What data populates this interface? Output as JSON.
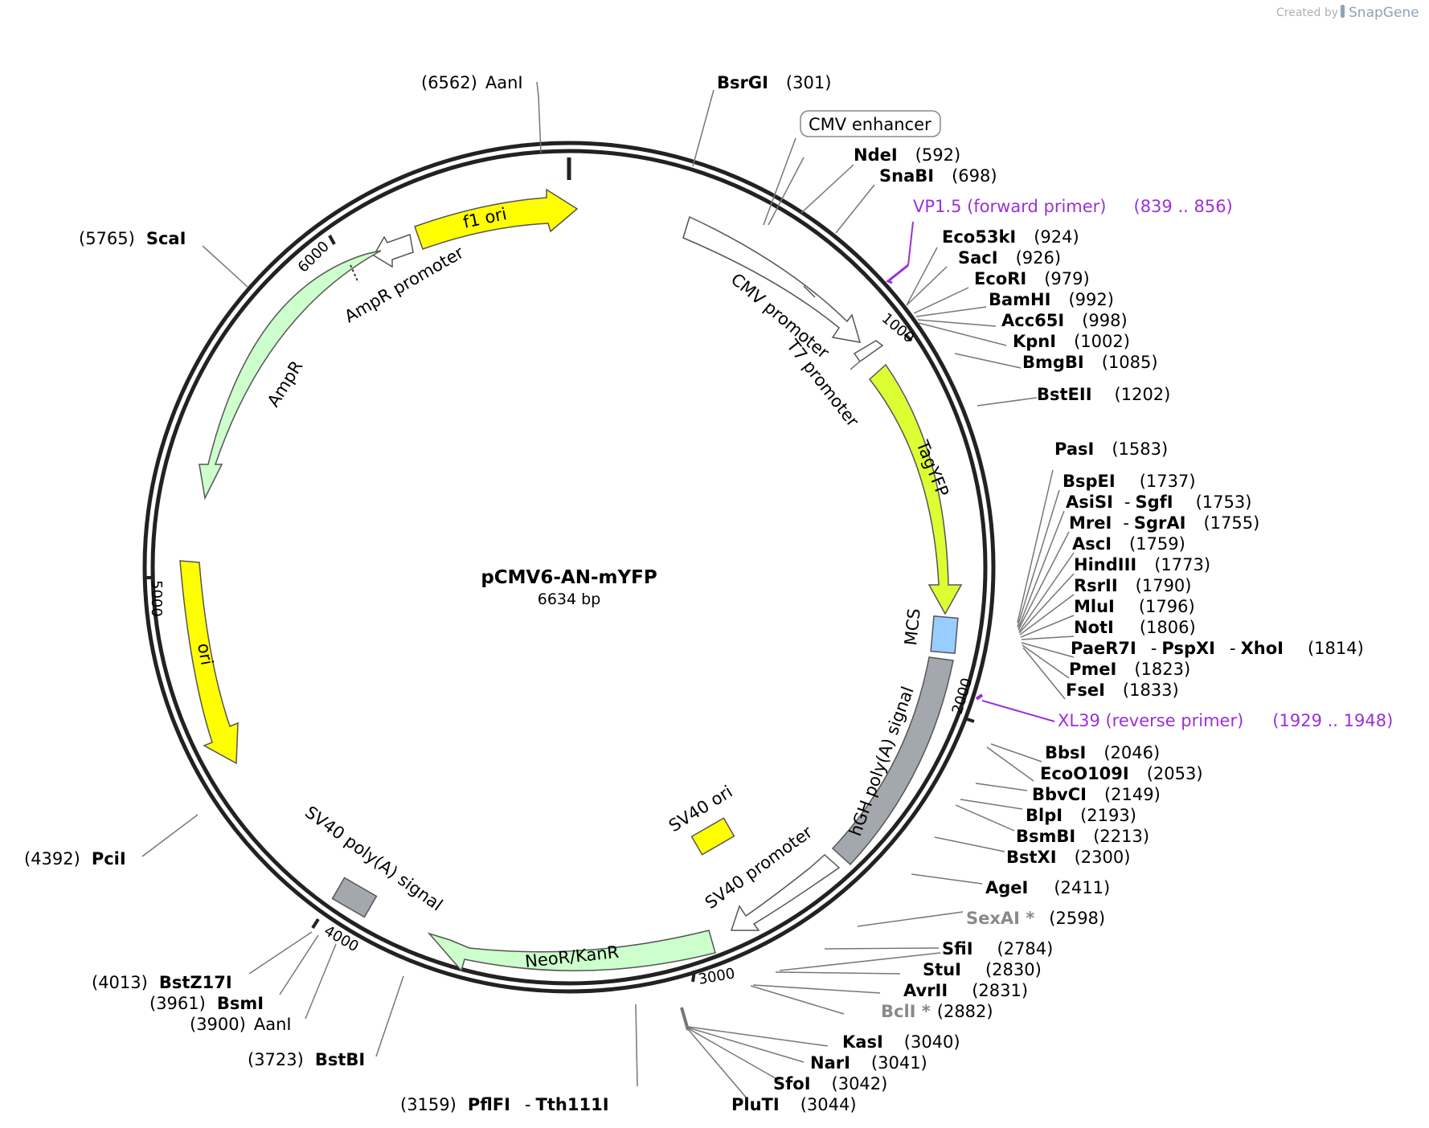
{
  "credit": {
    "created_by": "Created by",
    "brand": "SnapGene"
  },
  "plasmid": {
    "name": "pCMV6-AN-mYFP",
    "length": "6634 bp",
    "total_bp": 6634
  },
  "ticks": [
    "1000",
    "2000",
    "3000",
    "4000",
    "5000",
    "6000"
  ],
  "colors": {
    "yellow": "#ffff00",
    "yellow_green": "#dcff33",
    "light_green": "#ccffcc",
    "grey_box": "#a3a7ae",
    "blue_box": "#99ccff",
    "primer": "#9b30d9",
    "dim_enzyme": "#8a8a8a"
  },
  "features": {
    "cmv_enhancer": "CMV enhancer",
    "cmv_promoter": "CMV promoter",
    "t7_promoter": "T7 promoter",
    "tagyfp": "TagYFP",
    "mcs": "MCS",
    "hgh": "hGH poly(A) signal",
    "sv40_ori": "SV40 ori",
    "sv40_promoter": "SV40 promoter",
    "neo": "NeoR/KanR",
    "sv40_polya": "SV40 poly(A) signal",
    "ori": "ori",
    "ampr": "AmpR",
    "ampr_promoter": "AmpR promoter",
    "f1_ori": "f1 ori"
  },
  "primers": [
    {
      "name": "VP1.5 (forward primer)",
      "range": "(839 .. 856)"
    },
    {
      "name": "XL39 (reverse primer)",
      "range": "(1929 .. 1948)"
    }
  ],
  "sites": {
    "aani_top": {
      "pos": "(6562)",
      "name": "AanI"
    },
    "bsrgi": {
      "name": "BsrGI",
      "pos": "(301)"
    },
    "ndei": {
      "name": "NdeI",
      "pos": "(592)"
    },
    "snabi": {
      "name": "SnaBI",
      "pos": "(698)"
    },
    "eco53ki": {
      "name": "Eco53kI",
      "pos": "(924)"
    },
    "saci": {
      "name": "SacI",
      "pos": "(926)"
    },
    "ecori": {
      "name": "EcoRI",
      "pos": "(979)"
    },
    "bamhi": {
      "name": "BamHI",
      "pos": "(992)"
    },
    "acc65i": {
      "name": "Acc65I",
      "pos": "(998)"
    },
    "kpni": {
      "name": "KpnI",
      "pos": "(1002)"
    },
    "bmgbi": {
      "name": "BmgBI",
      "pos": "(1085)"
    },
    "bsteii": {
      "name": "BstEII",
      "pos": "(1202)"
    },
    "pasi": {
      "name": "PasI",
      "pos": "(1583)"
    },
    "bspei": {
      "name": "BspEI",
      "pos": "(1737)"
    },
    "asisi": {
      "name": "AsiSI",
      "dash": "-",
      "name2": "SgfI",
      "pos": "(1753)"
    },
    "mrei": {
      "name": "MreI",
      "dash": "-",
      "name2": "SgrAI",
      "pos": "(1755)"
    },
    "asci": {
      "name": "AscI",
      "pos": "(1759)"
    },
    "hindiii": {
      "name": "HindIII",
      "pos": "(1773)"
    },
    "rsrii": {
      "name": "RsrII",
      "pos": "(1790)"
    },
    "mlui": {
      "name": "MluI",
      "pos": "(1796)"
    },
    "noti": {
      "name": "NotI",
      "pos": "(1806)"
    },
    "paer7i": {
      "name": "PaeR7I",
      "dash": "-",
      "name2": "PspXI",
      "dash2": "-",
      "name3": "XhoI",
      "pos": "(1814)"
    },
    "pmei": {
      "name": "PmeI",
      "pos": "(1823)"
    },
    "fsei": {
      "name": "FseI",
      "pos": "(1833)"
    },
    "bbsi": {
      "name": "BbsI",
      "pos": "(2046)"
    },
    "eco0109i": {
      "name": "EcoO109I",
      "pos": "(2053)"
    },
    "bbvci": {
      "name": "BbvCI",
      "pos": "(2149)"
    },
    "blpi": {
      "name": "BlpI",
      "pos": "(2193)"
    },
    "bsmbi": {
      "name": "BsmBI",
      "pos": "(2213)"
    },
    "bstxi": {
      "name": "BstXI",
      "pos": "(2300)"
    },
    "agei": {
      "name": "AgeI",
      "pos": "(2411)"
    },
    "sexai": {
      "name": "SexAI *",
      "pos": "(2598)"
    },
    "sfii": {
      "name": "SfiI",
      "pos": "(2784)"
    },
    "stui": {
      "name": "StuI",
      "pos": "(2830)"
    },
    "avrii": {
      "name": "AvrII",
      "pos": "(2831)"
    },
    "bcli": {
      "name": "BclI *",
      "pos": "(2882)"
    },
    "kasi": {
      "name": "KasI",
      "pos": "(3040)"
    },
    "nari": {
      "name": "NarI",
      "pos": "(3041)"
    },
    "sfoi": {
      "name": "SfoI",
      "pos": "(3042)"
    },
    "pluti": {
      "name": "PluTI",
      "pos": "(3044)"
    },
    "pflfi": {
      "pos": "(3159)",
      "name": "PflFI",
      "dash": "-",
      "name2": "Tth111I"
    },
    "bstbi": {
      "pos": "(3723)",
      "name": "BstBI"
    },
    "aani_bottom": {
      "pos": "(3900)",
      "name": "AanI"
    },
    "bsmi": {
      "pos": "(3961)",
      "name": "BsmI"
    },
    "bstz17i": {
      "pos": "(4013)",
      "name": "BstZ17I"
    },
    "pcii": {
      "pos": "(4392)",
      "name": "PciI"
    },
    "scai": {
      "pos": "(5765)",
      "name": "ScaI"
    }
  }
}
